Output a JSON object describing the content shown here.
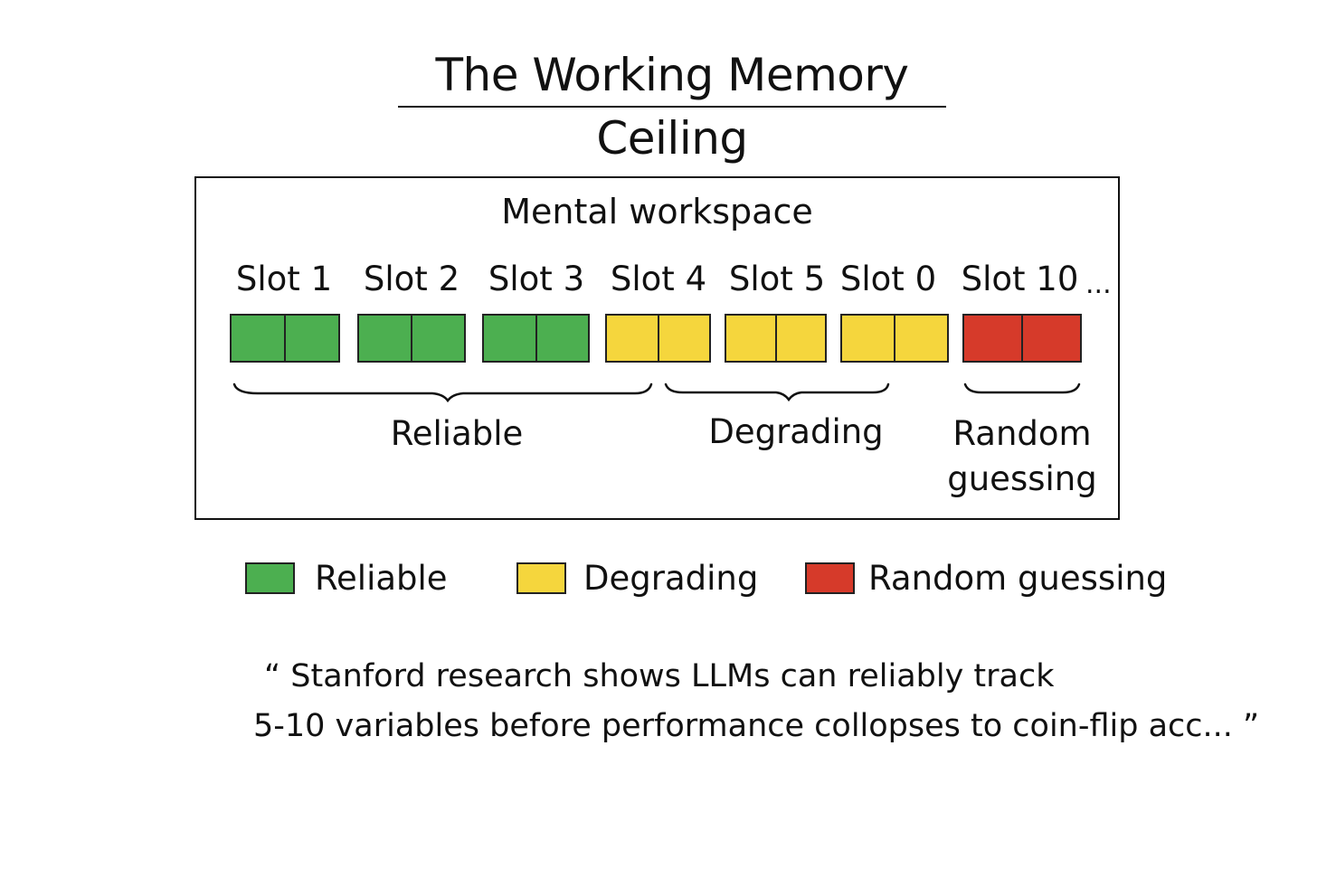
{
  "title": "The Working Memory Ceiling",
  "workspace": {
    "title": "Mental workspace",
    "ellipsis": "...",
    "slots": [
      {
        "label": "Slot 1",
        "status": "reliable"
      },
      {
        "label": "Slot 2",
        "status": "reliable"
      },
      {
        "label": "Slot 3",
        "status": "reliable"
      },
      {
        "label": "Slot 4",
        "status": "degrading"
      },
      {
        "label": "Slot 5",
        "status": "degrading"
      },
      {
        "label": "Slot 0",
        "status": "degrading"
      },
      {
        "label": "Slot 10",
        "status": "random"
      }
    ],
    "groups": {
      "reliable": "Reliable",
      "degrading": "Degrading",
      "random_line1": "Random",
      "random_line2": "guessing"
    }
  },
  "legend": {
    "reliable": "Reliable",
    "degrading": "Degrading",
    "random": "Random guessing"
  },
  "colors": {
    "reliable": "#4caf50",
    "degrading": "#f5d63d",
    "random": "#d63a2a"
  },
  "quote": {
    "line1": "“ Stanford research shows LLMs can reliably track",
    "line2": "5-10 variables before performance collopses to coin-flip acc... ”"
  }
}
